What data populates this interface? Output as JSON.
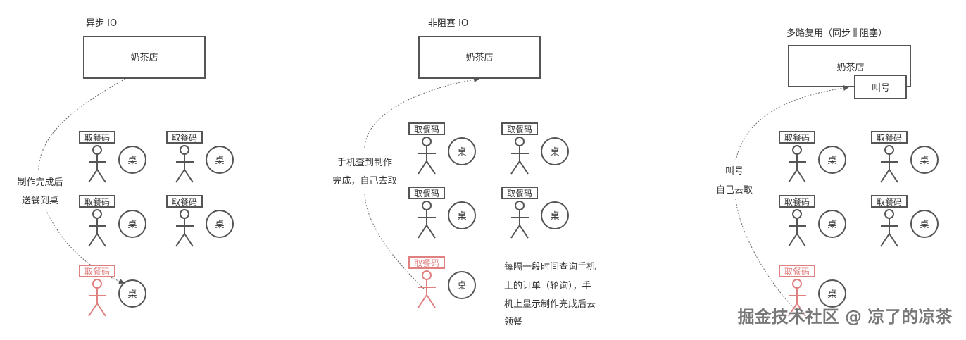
{
  "panels": [
    {
      "title": "异步 IO",
      "shop": "奶茶店",
      "note": [
        "制作完成后",
        "送餐到桌"
      ]
    },
    {
      "title": "非阻塞 IO",
      "shop": "奶茶店",
      "note": [
        "手机查到制作",
        "完成，自己去取"
      ],
      "side_note": [
        "每隔一段时间查询手机",
        "上的订单（轮询），手",
        "机上显示制作完成后去",
        "领餐"
      ]
    },
    {
      "title": "多路复用（同步非阻塞）",
      "shop": "奶茶店",
      "call_box": "叫号",
      "note": [
        "叫号",
        "自己去取"
      ]
    }
  ],
  "pickup_code_label": "取餐码",
  "table_label": "桌",
  "watermark": "掘金技术社区 @ 凉了的凉茶",
  "colors": {
    "normal": "#555555",
    "highlight": "#e08080"
  }
}
